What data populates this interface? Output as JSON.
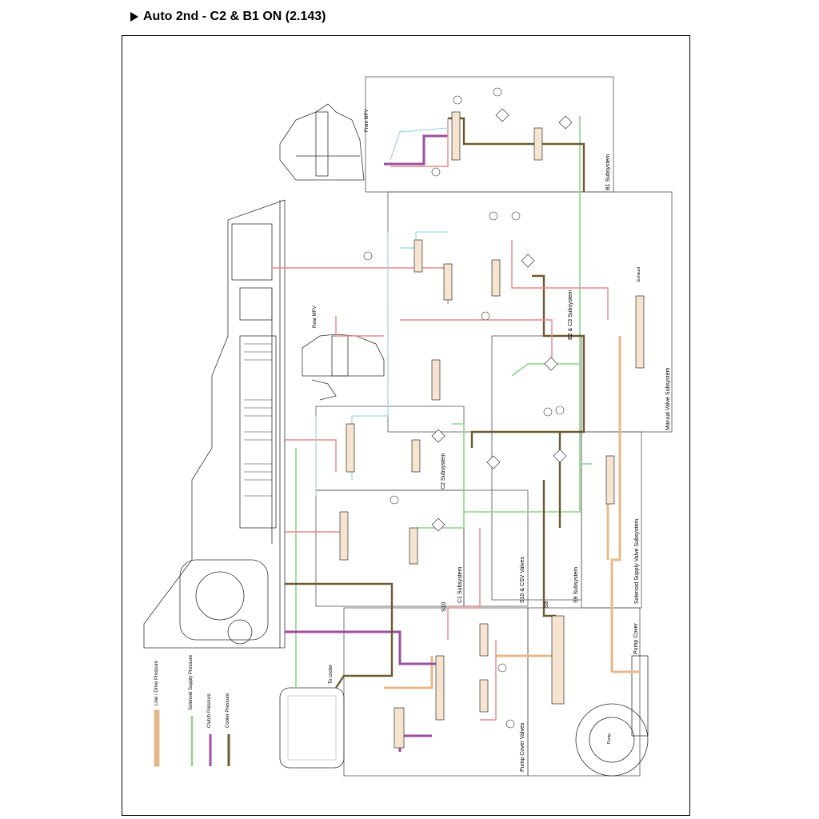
{
  "header": {
    "title": "Auto 2nd - C2 & B1 ON (2.143)"
  },
  "colors": {
    "line_drive": "#e7b98a",
    "solenoid_supply": "#8fd38a",
    "clutch": "#9c4fa0",
    "cooler": "#6b5a32",
    "regulated": "#e88a8a",
    "signal": "#9fd3e6"
  },
  "legend": {
    "items": [
      {
        "label": "Line / Drive Pressure",
        "color": "#e7b98a"
      },
      {
        "label": "Solenoid Supply Pressure",
        "color": "#8fd38a"
      },
      {
        "label": "Clutch Pressure",
        "color": "#9c4fa0"
      },
      {
        "label": "Cooler Pressure",
        "color": "#6b5a32"
      }
    ]
  },
  "subsystems": {
    "b1": "B1 Subsystem",
    "b2c3": "B2 & C3 Subsystem",
    "manual_valve": "Manual Valve Subsystem",
    "c2": "C2 Subsystem",
    "c1": "C1 Subsystem",
    "s10_csv": "S10 & CSV Valves",
    "s9": "S9 Subsystem",
    "solenoid_supply": "Solenoid Supply Valve Subsystem",
    "pump_cover": "Pump Cover",
    "pump_cover_valves": "Pump Cover Valves"
  },
  "labels": {
    "front_mpv": "Front MPV",
    "rear_mpv": "Rear MPV",
    "to_cooler": "To cooler",
    "exhaust": "Exhaust",
    "s10": "S10",
    "s9": "S9",
    "pump": "Pump"
  }
}
